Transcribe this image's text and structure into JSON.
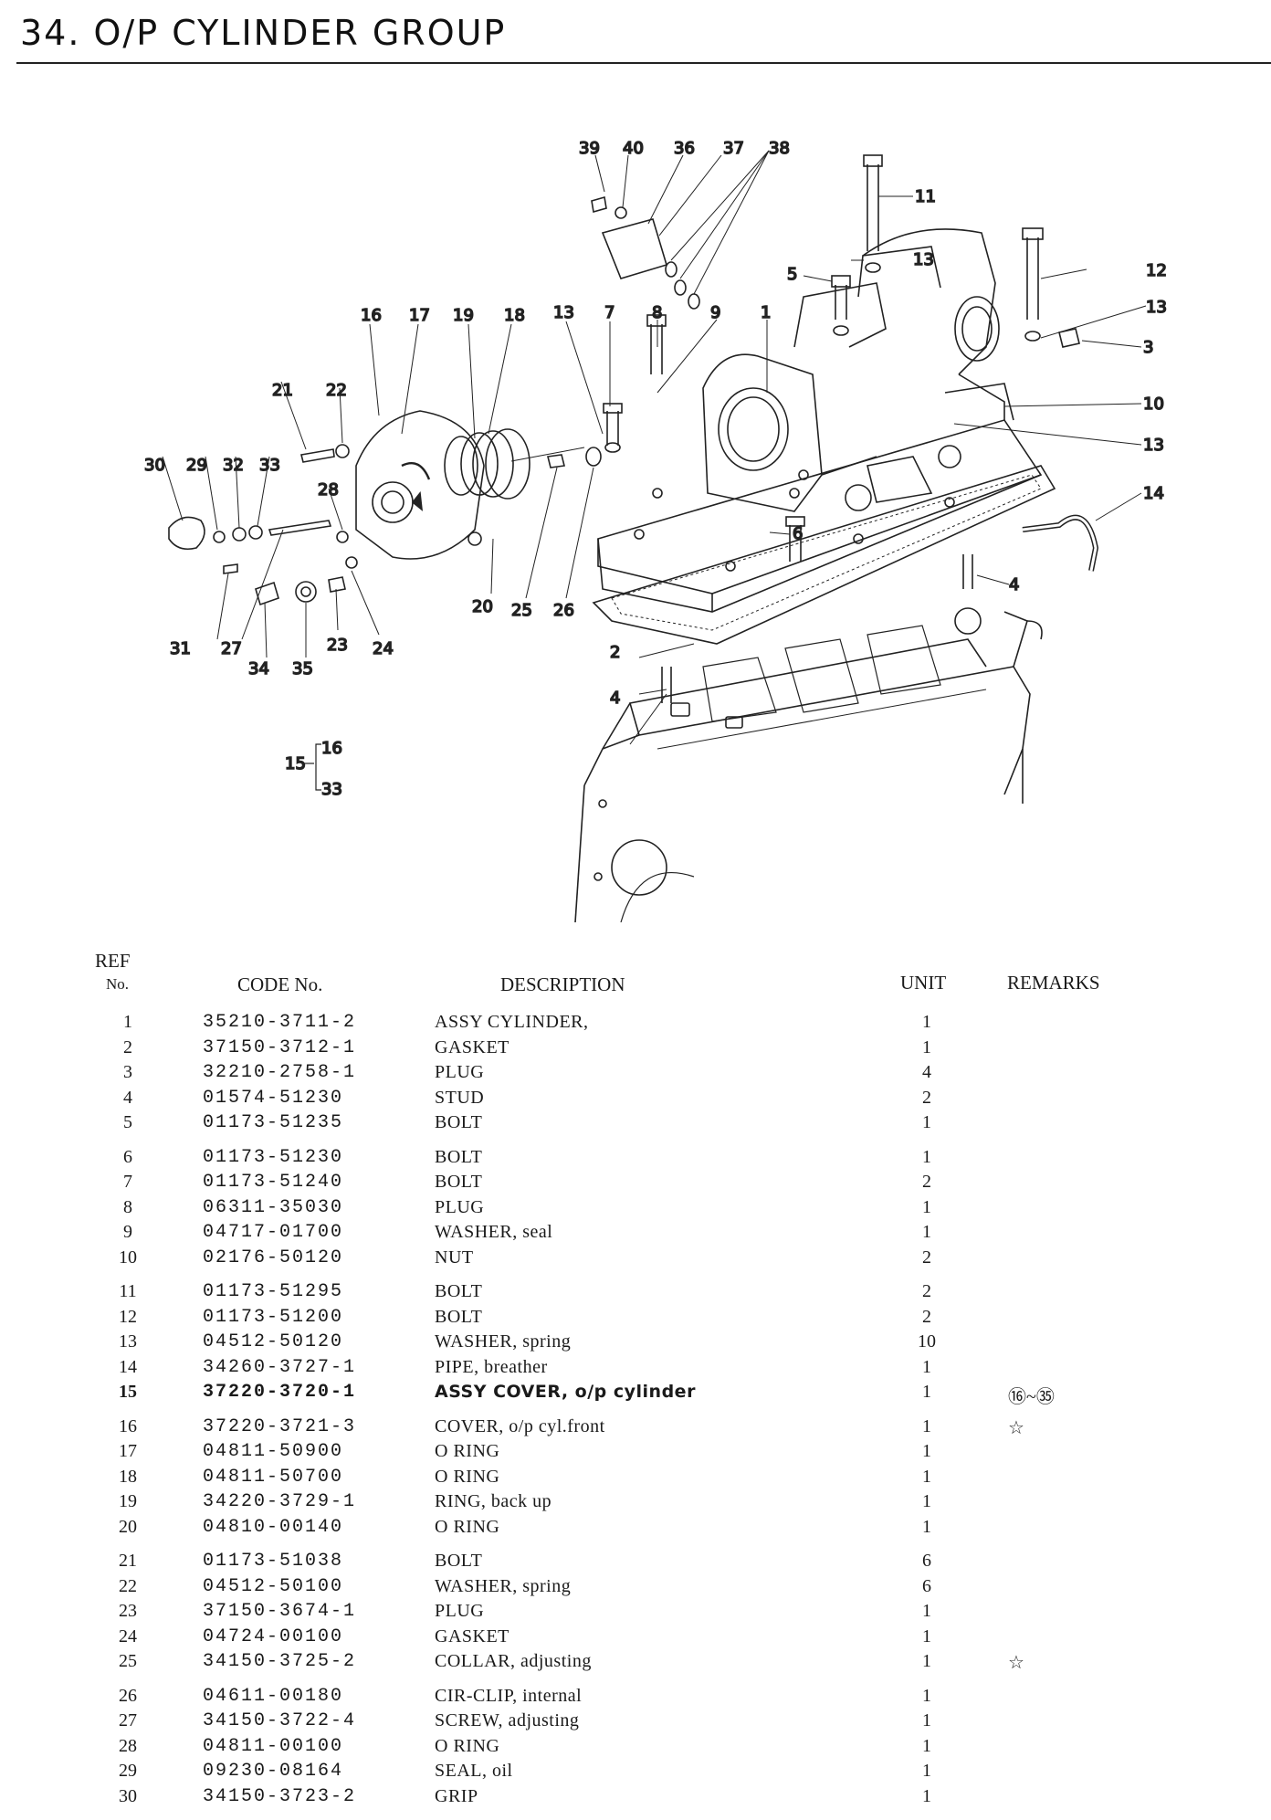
{
  "title": "34. O/P CYLINDER GROUP",
  "callouts": {
    "n1": "1",
    "n2": "2",
    "n3": "3",
    "n4a": "4",
    "n4b": "4",
    "n5": "5",
    "n6": "6",
    "n7": "7",
    "n8": "8",
    "n9": "9",
    "n10": "10",
    "n11": "11",
    "n12": "12",
    "n13a": "13",
    "n13b": "13",
    "n13c": "13",
    "n13d": "13",
    "n14": "14",
    "n16": "16",
    "n17": "17",
    "n18": "18",
    "n19": "19",
    "n20": "20",
    "n21": "21",
    "n22": "22",
    "n23": "23",
    "n24": "24",
    "n25": "25",
    "n26": "26",
    "n27": "27",
    "n28": "28",
    "n29": "29",
    "n30": "30",
    "n31": "31",
    "n32": "32",
    "n33": "33",
    "n34": "34",
    "n35": "35",
    "n36": "36",
    "n37": "37",
    "n38": "38",
    "n39": "39",
    "n40": "40",
    "n15": "15",
    "n15top": "16",
    "n15bot": "33"
  },
  "headers": {
    "ref_line1": "REF",
    "ref_line2": "No.",
    "code": "CODE No.",
    "description": "DESCRIPTION",
    "unit": "UNIT",
    "remarks": "REMARKS"
  },
  "groups": [
    [
      {
        "ref": "1",
        "code": "35210-3711-2",
        "desc": "ASSY CYLINDER,",
        "unit": "1",
        "remarks": ""
      },
      {
        "ref": "2",
        "code": "37150-3712-1",
        "desc": "GASKET",
        "unit": "1",
        "remarks": ""
      },
      {
        "ref": "3",
        "code": "32210-2758-1",
        "desc": "PLUG",
        "unit": "4",
        "remarks": ""
      },
      {
        "ref": "4",
        "code": "01574-51230",
        "desc": "STUD",
        "unit": "2",
        "remarks": ""
      },
      {
        "ref": "5",
        "code": "01173-51235",
        "desc": "BOLT",
        "unit": "1",
        "remarks": ""
      }
    ],
    [
      {
        "ref": "6",
        "code": "01173-51230",
        "desc": "BOLT",
        "unit": "1",
        "remarks": ""
      },
      {
        "ref": "7",
        "code": "01173-51240",
        "desc": "BOLT",
        "unit": "2",
        "remarks": ""
      },
      {
        "ref": "8",
        "code": "06311-35030",
        "desc": "PLUG",
        "unit": "1",
        "remarks": ""
      },
      {
        "ref": "9",
        "code": "04717-01700",
        "desc": "WASHER, seal",
        "unit": "1",
        "remarks": ""
      },
      {
        "ref": "10",
        "code": "02176-50120",
        "desc": "NUT",
        "unit": "2",
        "remarks": ""
      }
    ],
    [
      {
        "ref": "11",
        "code": "01173-51295",
        "desc": "BOLT",
        "unit": "2",
        "remarks": ""
      },
      {
        "ref": "12",
        "code": "01173-51200",
        "desc": "BOLT",
        "unit": "2",
        "remarks": ""
      },
      {
        "ref": "13",
        "code": "04512-50120",
        "desc": "WASHER, spring",
        "unit": "10",
        "remarks": ""
      },
      {
        "ref": "14",
        "code": "34260-3727-1",
        "desc": "PIPE, breather",
        "unit": "1",
        "remarks": ""
      },
      {
        "ref": "15",
        "code": "37220-3720-1",
        "desc": "ASSY COVER, o/p cylinder",
        "unit": "1",
        "remarks": "⑯~㉟",
        "bold": true
      }
    ],
    [
      {
        "ref": "16",
        "code": "37220-3721-3",
        "desc": "COVER, o/p cyl.front",
        "unit": "1",
        "remarks": "☆"
      },
      {
        "ref": "17",
        "code": "04811-50900",
        "desc": "O RING",
        "unit": "1",
        "remarks": ""
      },
      {
        "ref": "18",
        "code": "04811-50700",
        "desc": "O RING",
        "unit": "1",
        "remarks": ""
      },
      {
        "ref": "19",
        "code": "34220-3729-1",
        "desc": "RING, back up",
        "unit": "1",
        "remarks": ""
      },
      {
        "ref": "20",
        "code": "04810-00140",
        "desc": "O RING",
        "unit": "1",
        "remarks": ""
      }
    ],
    [
      {
        "ref": "21",
        "code": "01173-51038",
        "desc": "BOLT",
        "unit": "6",
        "remarks": ""
      },
      {
        "ref": "22",
        "code": "04512-50100",
        "desc": "WASHER, spring",
        "unit": "6",
        "remarks": ""
      },
      {
        "ref": "23",
        "code": "37150-3674-1",
        "desc": "PLUG",
        "unit": "1",
        "remarks": ""
      },
      {
        "ref": "24",
        "code": "04724-00100",
        "desc": "GASKET",
        "unit": "1",
        "remarks": ""
      },
      {
        "ref": "25",
        "code": "34150-3725-2",
        "desc": "COLLAR, adjusting",
        "unit": "1",
        "remarks": "☆"
      }
    ],
    [
      {
        "ref": "26",
        "code": "04611-00180",
        "desc": "CIR-CLIP, internal",
        "unit": "1",
        "remarks": ""
      },
      {
        "ref": "27",
        "code": "34150-3722-4",
        "desc": "SCREW, adjusting",
        "unit": "1",
        "remarks": ""
      },
      {
        "ref": "28",
        "code": "04811-00100",
        "desc": "O RING",
        "unit": "1",
        "remarks": ""
      },
      {
        "ref": "29",
        "code": "09230-08164",
        "desc": "SEAL, oil",
        "unit": "1",
        "remarks": ""
      },
      {
        "ref": "30",
        "code": "34150-3723-2",
        "desc": "GRIP",
        "unit": "1",
        "remarks": ""
      }
    ]
  ]
}
